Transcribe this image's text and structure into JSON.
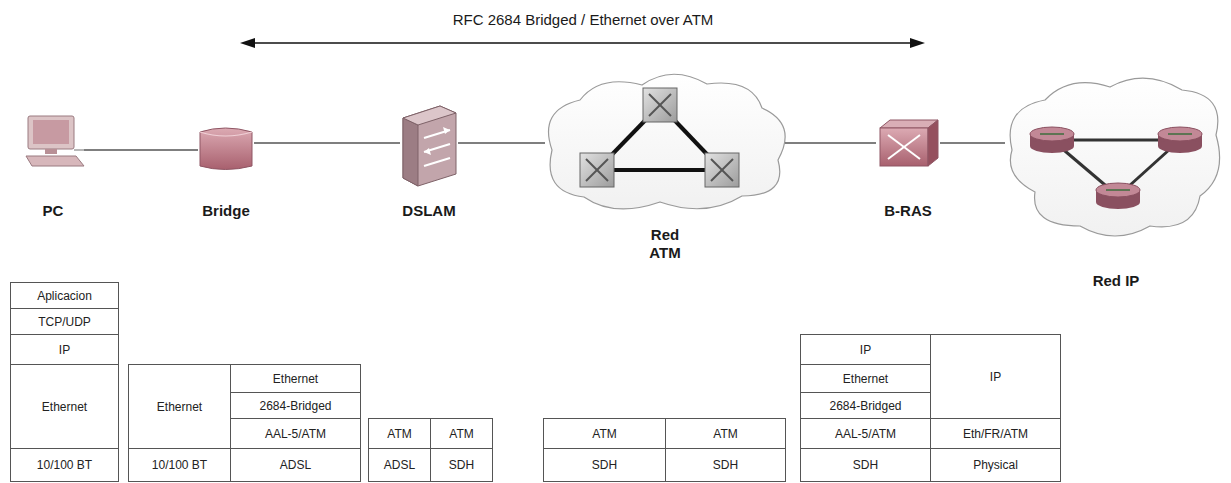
{
  "diagram": {
    "nodes": [
      {
        "text": [
          "PC"
        ]
      },
      {
        "text": [
          "Bridge"
        ]
      },
      {
        "text": [
          "DSLAM"
        ]
      },
      {
        "text": [
          "Red ATM"
        ]
      },
      {
        "text": [
          "B-RAS"
        ]
      },
      {
        "text": [
          "Red IP"
        ]
      }
    ],
    "edges": [
      {
        "from": 0,
        "to": 1,
        "arrow": "none"
      },
      {
        "from": 1,
        "to": 2,
        "arrow": "none"
      },
      {
        "from": 2,
        "to": 3,
        "arrow": "none"
      },
      {
        "from": 3,
        "to": 4,
        "arrow": "none"
      },
      {
        "from": 4,
        "to": 5,
        "arrow": "none"
      }
    ],
    "labels": [
      "RFC 2684 Bridged / Ethernet over ATM",
      "Aplicacion",
      "TCP/UDP",
      "IP",
      "Ethernet",
      "10/100 BT",
      "Ethernet",
      "10/100 BT",
      "Ethernet",
      "2684-Bridged",
      "AAL-5/ATM",
      "ADSL",
      "ATM",
      "ADSL",
      "ATM",
      "SDH",
      "ATM",
      "SDH",
      "ATM",
      "SDH",
      "IP",
      "Ethernet",
      "2684-Bridged",
      "AAL-5/ATM",
      "SDH",
      "IP",
      "Eth/FR/ATM",
      "Physical"
    ]
  }
}
